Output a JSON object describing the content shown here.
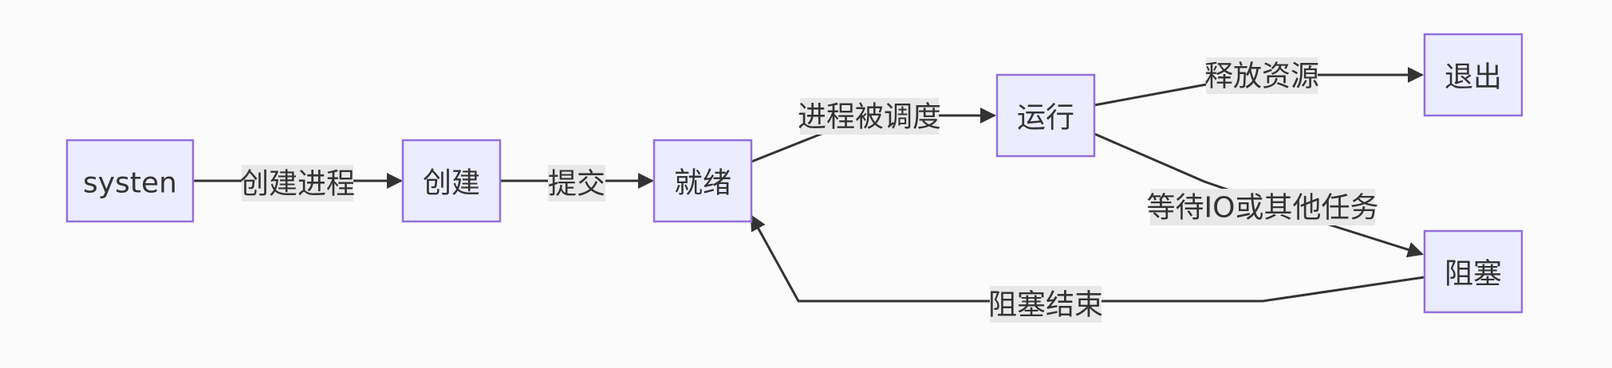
{
  "diagram": {
    "nodes": [
      {
        "id": "system",
        "label": "systen"
      },
      {
        "id": "create",
        "label": "创建"
      },
      {
        "id": "ready",
        "label": "就绪"
      },
      {
        "id": "run",
        "label": "运行"
      },
      {
        "id": "exit",
        "label": "退出"
      },
      {
        "id": "block",
        "label": "阻塞"
      }
    ],
    "edges": [
      {
        "id": "e1",
        "from": "system",
        "to": "create",
        "label": "创建进程"
      },
      {
        "id": "e2",
        "from": "create",
        "to": "ready",
        "label": "提交"
      },
      {
        "id": "e3",
        "from": "ready",
        "to": "run",
        "label": "进程被调度"
      },
      {
        "id": "e4",
        "from": "run",
        "to": "exit",
        "label": "释放资源"
      },
      {
        "id": "e5",
        "from": "run",
        "to": "block",
        "label": "等待IO或其他任务"
      },
      {
        "id": "e6",
        "from": "block",
        "to": "ready",
        "label": "阻塞结束"
      }
    ],
    "colors": {
      "node_fill": "#ececff",
      "node_border": "#9370db",
      "edge": "#333333",
      "label_bg": "#e8e8e8",
      "background": "#fbfbfb"
    }
  }
}
